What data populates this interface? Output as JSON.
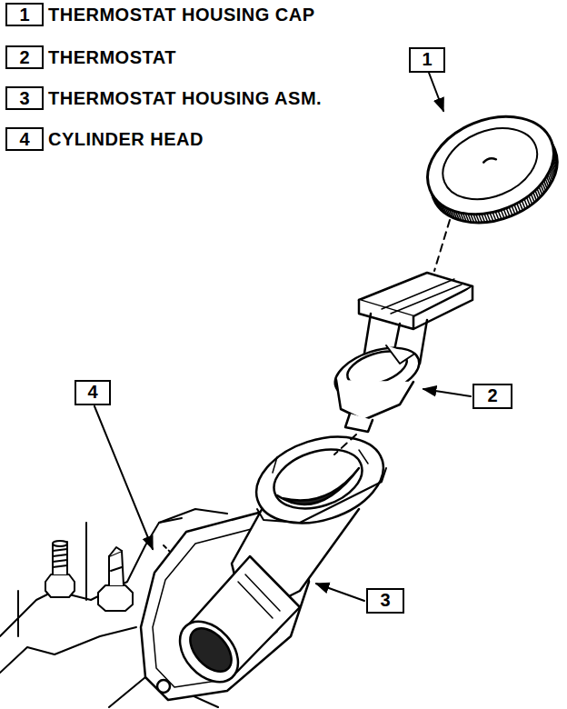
{
  "diagram": {
    "nodes": [
      {
        "text": [
          "1",
          "THERMOSTAT HOUSING CAP"
        ]
      },
      {
        "text": [
          "2",
          "THERMOSTAT"
        ]
      },
      {
        "text": [
          "3",
          "THERMOSTAT HOUSING ASM."
        ]
      },
      {
        "text": [
          "4",
          "CYLINDER HEAD"
        ]
      },
      {
        "text": [
          "1"
        ]
      },
      {
        "text": [
          "4"
        ]
      },
      {
        "text": [
          "2"
        ]
      },
      {
        "text": [
          "3"
        ]
      }
    ]
  }
}
